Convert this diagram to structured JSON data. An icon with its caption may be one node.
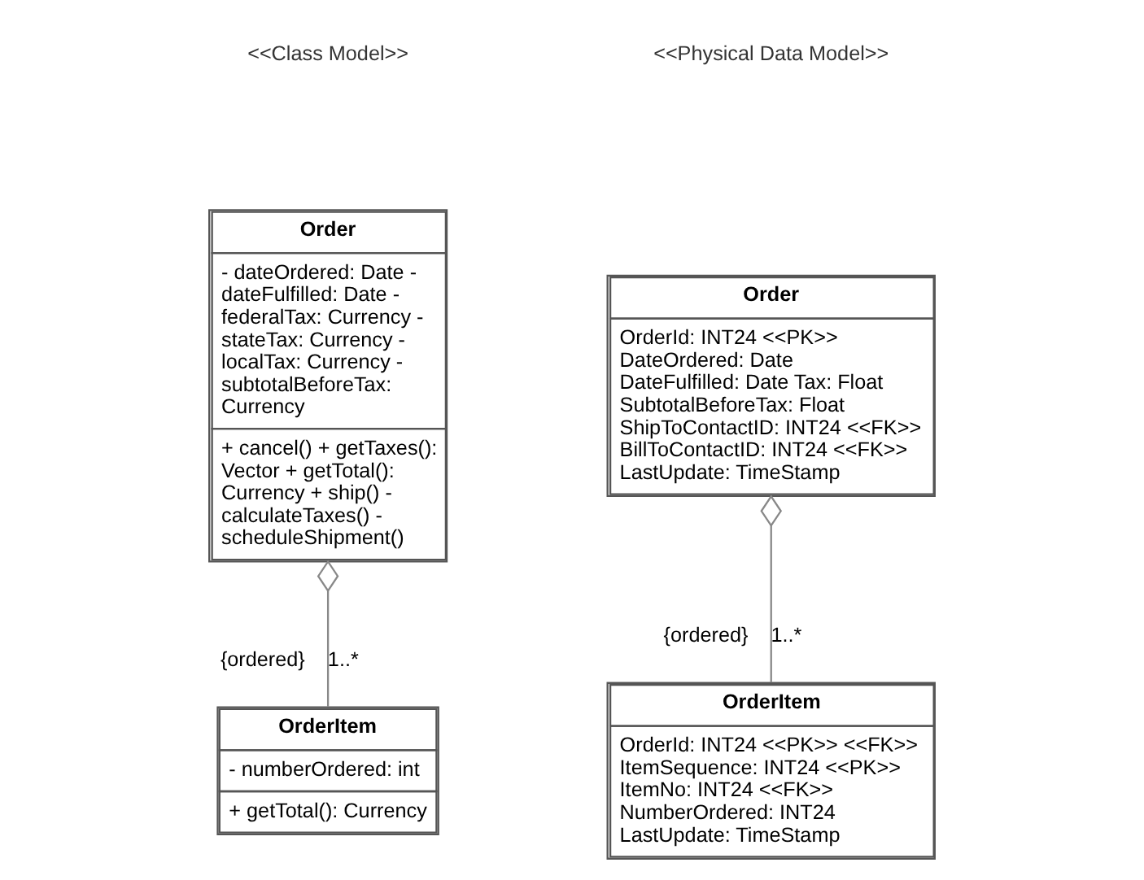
{
  "diagram": {
    "nodes": [
      {
        "text": [
          "Order",
          "- dateOrdered: Date - dateFulfilled: Date - federalTax: Currency - stateTax: Currency - localTax: Currency - subtotalBeforeTax: Currency",
          "+ cancel() + getTaxes(): Vector + getTotal(): Currency + ship() - calculateTaxes() - scheduleShipment()"
        ]
      },
      {
        "text": [
          "OrderItem",
          "- numberOrdered: int",
          "+ getTotal(): Currency"
        ]
      },
      {
        "text": [
          "Order",
          "OrderId: INT24 <<PK>> DateOrdered: Date DateFulfilled: Date Tax: Float SubtotalBeforeTax: Float ShipToContactID: INT24 <<FK>> BillToContactID: INT24 <<FK>> LastUpdate: TimeStamp"
        ]
      },
      {
        "text": [
          "OrderItem",
          "OrderId: INT24 <<PK>> <<FK>> ItemSequence: INT24 <<PK>> ItemNo: INT24 <<FK>> NumberOrdered: INT24 LastUpdate: TimeStamp"
        ]
      }
    ],
    "edges": [
      {
        "from": 0,
        "to": 1,
        "arrow": "other",
        "label": "{ordered}"
      },
      {
        "from": 2,
        "to": 3,
        "arrow": "other",
        "label": "{ordered}"
      }
    ],
    "labels": [
      "<<Class Model>>",
      "<<Physical Data Model>>",
      "1..*",
      "1..*"
    ]
  }
}
